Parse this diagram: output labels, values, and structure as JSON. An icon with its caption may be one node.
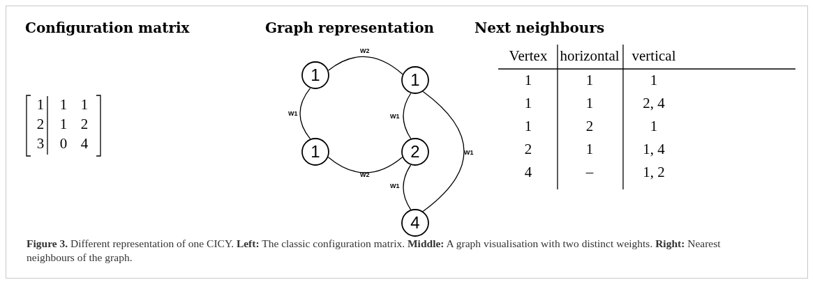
{
  "diagram": {
    "caption": "**Figure 3.** Different representation of one CICY. **Left:** The classic configuration matrix. **Middle:** A graph visualisation with two distinct weights. **Right:** Nearest neighbours of the graph.",
    "nodes": [
      {
        "text": [
          "1"
        ]
      },
      {
        "text": [
          "1"
        ]
      },
      {
        "text": [
          "1"
        ]
      },
      {
        "text": [
          "2"
        ]
      },
      {
        "text": [
          "4"
        ]
      }
    ],
    "edges": [
      {
        "from": 0,
        "to": 1,
        "arrow": "none",
        "label": "W2"
      },
      {
        "from": 0,
        "to": 2,
        "arrow": "none",
        "label": "W1"
      },
      {
        "from": 1,
        "to": 3,
        "arrow": "none",
        "label": "W1"
      },
      {
        "from": 1,
        "to": 4,
        "arrow": "none",
        "label": "W1"
      },
      {
        "from": 2,
        "to": 3,
        "arrow": "none",
        "label": "W2"
      },
      {
        "from": 3,
        "to": 4,
        "arrow": "none",
        "label": "W1"
      }
    ],
    "labels": [
      "Configuration matrix",
      "Graph representation",
      "Next neighbours",
      "1",
      "1",
      "1",
      "2",
      "1",
      "2",
      "3",
      "0",
      "4",
      "Vertex",
      "horizontal",
      "vertical",
      "1",
      "1",
      "1",
      "1",
      "1",
      "2, 4",
      "1",
      "2",
      "1",
      "2",
      "1",
      "1, 4",
      "4",
      "–",
      "1, 2"
    ]
  }
}
